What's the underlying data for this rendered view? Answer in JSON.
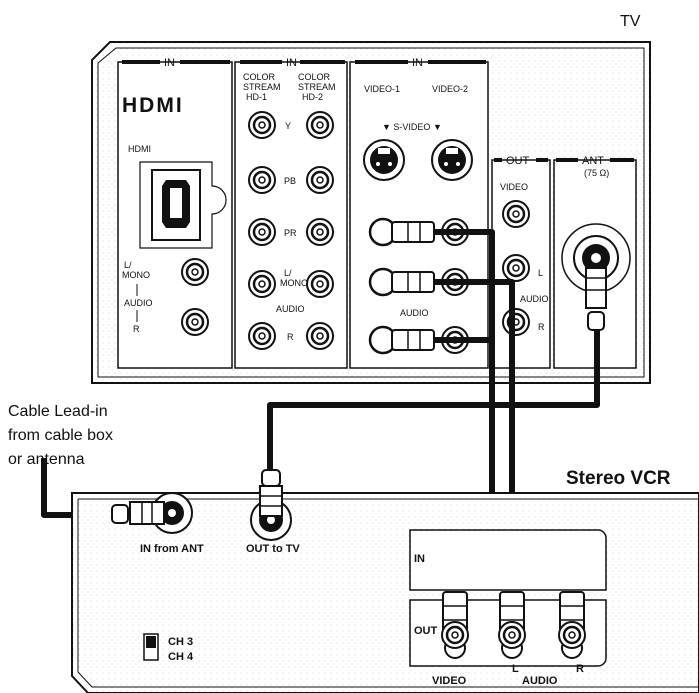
{
  "tv": {
    "title": "TV",
    "hdmi_group": {
      "in": "IN",
      "logo": "HDMI",
      "port": "HDMI",
      "audio_l": "L/\nMONO",
      "audio": "AUDIO",
      "audio_r": "R"
    },
    "color_group": {
      "in": "IN",
      "hd1": "COLOR\nSTREAM\nHD-1",
      "hd2": "COLOR\nSTREAM\nHD-2",
      "y": "Y",
      "pb": "PB",
      "pr": "PR",
      "l": "L/\nMONO",
      "audio": "AUDIO",
      "r": "R"
    },
    "video_group": {
      "in": "IN",
      "video1": "VIDEO-1",
      "video2": "VIDEO-2",
      "svideo": "S-VIDEO",
      "audio": "AUDIO"
    },
    "out_group": {
      "out": "OUT",
      "video": "VIDEO",
      "l": "L",
      "audio": "AUDIO",
      "r": "R"
    },
    "ant_group": {
      "ant": "ANT",
      "ohm": "(75 Ω)"
    }
  },
  "cable": {
    "label_line1": "Cable Lead-in",
    "label_line2": "from cable box",
    "label_line3": "or antenna"
  },
  "vcr": {
    "title": "Stereo VCR",
    "in_from_ant": "IN from ANT",
    "out_to_tv": "OUT to TV",
    "ch3": "CH 3",
    "ch4": "CH 4",
    "in": "IN",
    "out": "OUT",
    "video": "VIDEO",
    "l": "L",
    "audio": "AUDIO",
    "r": "R"
  },
  "colors": {
    "line": "#111111",
    "panel": "#ffffff",
    "cable": "#111111"
  }
}
